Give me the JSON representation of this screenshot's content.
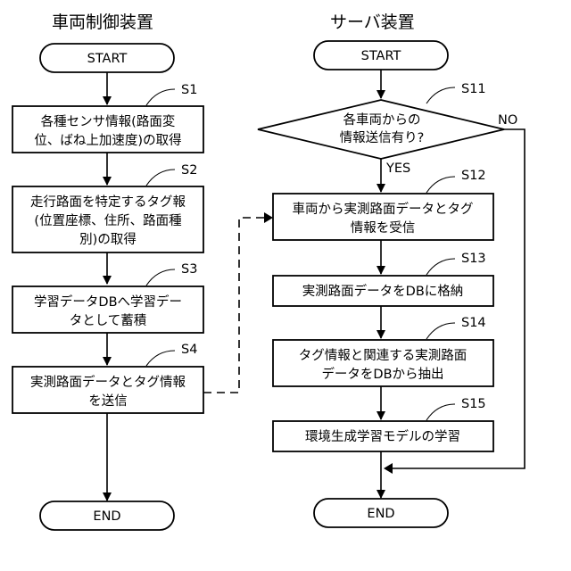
{
  "headers": {
    "vehicle": "車両制御装置",
    "server": "サーバ装置"
  },
  "vehicle_flow": {
    "start": "START",
    "s1": {
      "label": "S1",
      "lines": [
        "各種センサ情報(路面変",
        "位、ばね上加速度)の取得"
      ]
    },
    "s2": {
      "label": "S2",
      "lines": [
        "走行路面を特定するタグ報",
        "(位置座標、住所、路面種",
        "別)の取得"
      ]
    },
    "s3": {
      "label": "S3",
      "lines": [
        "学習データDBへ学習デー",
        "タとして蓄積"
      ]
    },
    "s4": {
      "label": "S4",
      "lines": [
        "実測路面データとタグ情報",
        "を送信"
      ]
    },
    "end": "END"
  },
  "server_flow": {
    "start": "START",
    "s11": {
      "label": "S11",
      "lines": [
        "各車両からの",
        "情報送信有り?"
      ],
      "yes": "YES",
      "no": "NO"
    },
    "s12": {
      "label": "S12",
      "lines": [
        "車両から実測路面データとタグ",
        "情報を受信"
      ]
    },
    "s13": {
      "label": "S13",
      "lines": [
        "実測路面データをDBに格納"
      ]
    },
    "s14": {
      "label": "S14",
      "lines": [
        "タグ情報と関連する実測路面",
        "データをDBから抽出"
      ]
    },
    "s15": {
      "label": "S15",
      "lines": [
        "環境生成学習モデルの学習"
      ]
    },
    "end": "END"
  }
}
